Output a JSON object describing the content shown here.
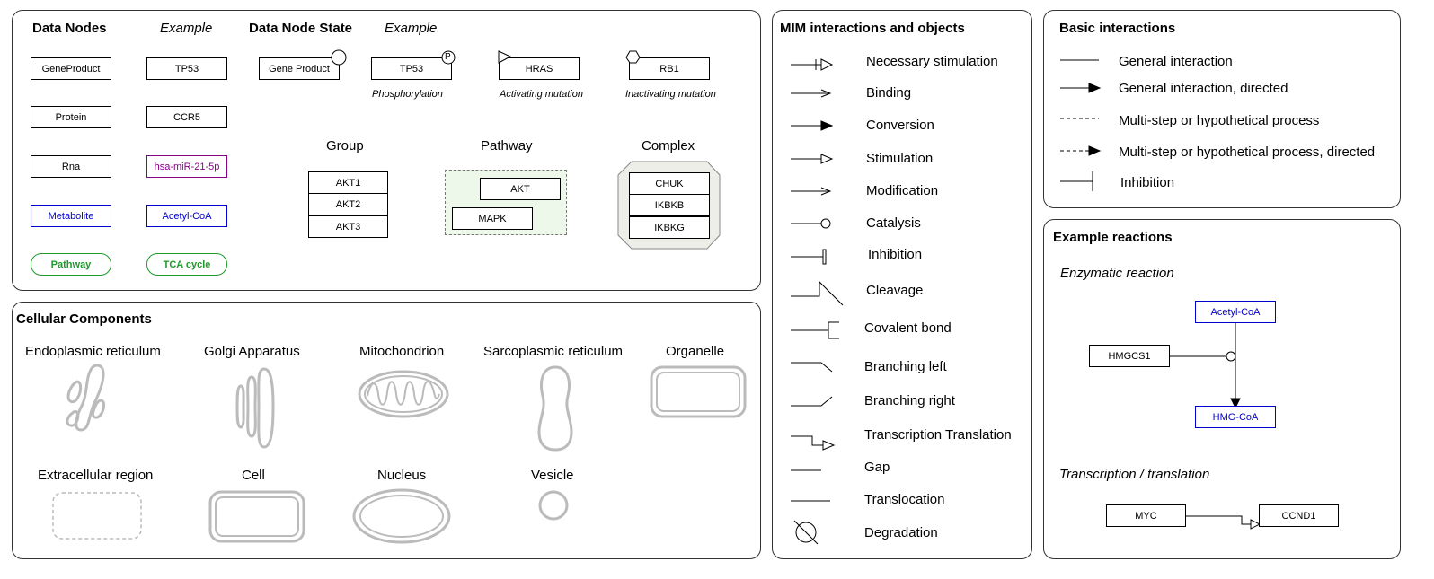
{
  "data_nodes": {
    "title": "Data Nodes",
    "example_title": "Example",
    "items": [
      {
        "label": "GeneProduct",
        "example": "TP53"
      },
      {
        "label": "Protein",
        "example": "CCR5"
      },
      {
        "label": "Rna",
        "example": "hsa-miR-21-5p"
      },
      {
        "label": "Metabolite",
        "example": "Acetyl-CoA"
      },
      {
        "label": "Pathway",
        "example": "TCA cycle"
      }
    ]
  },
  "state": {
    "title": "Data Node State",
    "example_title": "Example",
    "gene_product": "Gene Product",
    "examples": [
      {
        "node": "TP53",
        "badge": "P",
        "caption": "Phosphorylation"
      },
      {
        "node": "HRAS",
        "caption": "Activating mutation"
      },
      {
        "node": "RB1",
        "caption": "Inactivating mutation"
      }
    ]
  },
  "group": {
    "title": "Group",
    "items": [
      "AKT1",
      "AKT2",
      "AKT3"
    ]
  },
  "pathway": {
    "title": "Pathway",
    "items": [
      "AKT",
      "MAPK"
    ]
  },
  "complex": {
    "title": "Complex",
    "items": [
      "CHUK",
      "IKBKB",
      "IKBKG"
    ]
  },
  "cellular": {
    "title": "Cellular Components",
    "items": [
      "Endoplasmic reticulum",
      "Golgi Apparatus",
      "Mitochondrion",
      "Sarcoplasmic reticulum",
      "Organelle",
      "Extracellular region",
      "Cell",
      "Nucleus",
      "Vesicle"
    ]
  },
  "mim": {
    "title": "MIM interactions and objects",
    "items": [
      "Necessary stimulation",
      "Binding",
      "Conversion",
      "Stimulation",
      "Modification",
      "Catalysis",
      "Inhibition",
      "Cleavage",
      "Covalent bond",
      "Branching left",
      "Branching right",
      "Transcription Translation",
      "Gap",
      "Translocation",
      "Degradation"
    ]
  },
  "basic": {
    "title": "Basic interactions",
    "items": [
      "General interaction",
      "General interaction, directed",
      "Multi-step or hypothetical process",
      "Multi-step or hypothetical process, directed",
      "Inhibition"
    ]
  },
  "reactions": {
    "title": "Example reactions",
    "enzymatic_title": "Enzymatic reaction",
    "substrate": "Acetyl-CoA",
    "enzyme": "HMGCS1",
    "product": "HMG-CoA",
    "transcription_title": "Transcription / translation",
    "gene": "MYC",
    "target": "CCND1"
  },
  "colors": {
    "metabolite": "#0000cc",
    "rna": "#8b008b",
    "pathway": "#1f9a2b",
    "component": "#bbbbbb"
  }
}
